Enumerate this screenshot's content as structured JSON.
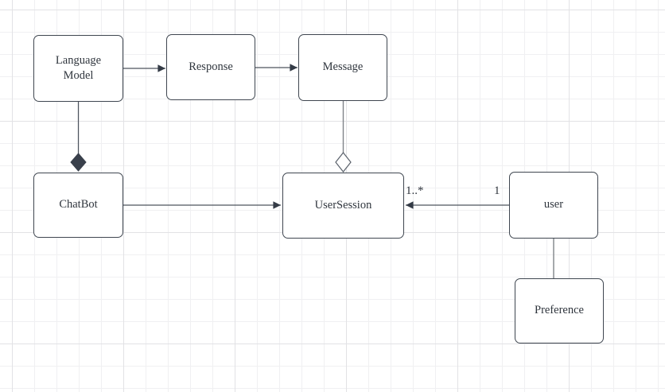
{
  "diagram": {
    "nodes": [
      {
        "id": "language-model",
        "label": "Language Model"
      },
      {
        "id": "response",
        "label": "Response"
      },
      {
        "id": "message",
        "label": "Message"
      },
      {
        "id": "chatbot",
        "label": "ChatBot"
      },
      {
        "id": "user-session",
        "label": "UserSession"
      },
      {
        "id": "user",
        "label": "user"
      },
      {
        "id": "preference",
        "label": "Preference"
      }
    ],
    "edges": [
      {
        "from": "Language Model",
        "to": "Response",
        "type": "directed-arrow"
      },
      {
        "from": "Response",
        "to": "Message",
        "type": "directed-arrow"
      },
      {
        "from": "Language Model",
        "to": "ChatBot",
        "type": "composition",
        "diamond_at": "ChatBot"
      },
      {
        "from": "ChatBot",
        "to": "UserSession",
        "type": "directed-arrow"
      },
      {
        "from": "Message",
        "to": "UserSession",
        "type": "aggregation",
        "diamond_at": "UserSession"
      },
      {
        "from": "user",
        "to": "UserSession",
        "type": "directed-arrow",
        "source_label": "1",
        "target_label": "1..*"
      },
      {
        "from": "user",
        "to": "Preference",
        "type": "plain-line"
      }
    ],
    "colors": {
      "background": "#ffffff",
      "grid_minor": "#f0f0f2",
      "grid_major": "#e2e2e5",
      "node_fill": "#ffffff",
      "node_border": "#3f4650",
      "edge_stroke": "#4d545e",
      "arrowhead_fill": "#343b46",
      "composition_diamond_fill": "#39404b",
      "text": "#2f353d"
    }
  }
}
